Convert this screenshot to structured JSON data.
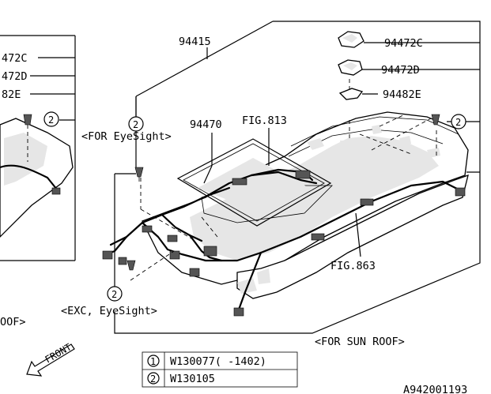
{
  "labels": {
    "assembly": "94415",
    "part_c": "94472C",
    "part_d": "94472D",
    "part_e": "94482E",
    "harness": "94470",
    "fig_top": "FIG.813",
    "fig_bottom": "FIG.863",
    "left_c": "472C",
    "left_d": "472D",
    "left_e": "82E"
  },
  "notes": {
    "eyesight": "<FOR EyeSight>",
    "exc_eyesight": "<EXC, EyeSight>",
    "sun_roof": "<FOR SUN ROOF>",
    "left_roof": "OOF>"
  },
  "callouts": {
    "c1": "1",
    "c2": "2"
  },
  "legend": [
    {
      "index": "1",
      "part": "W130077( -1402)"
    },
    {
      "index": "2",
      "part": "W130105"
    }
  ],
  "front_label": "FRONT",
  "diagram_code": "A942001193"
}
